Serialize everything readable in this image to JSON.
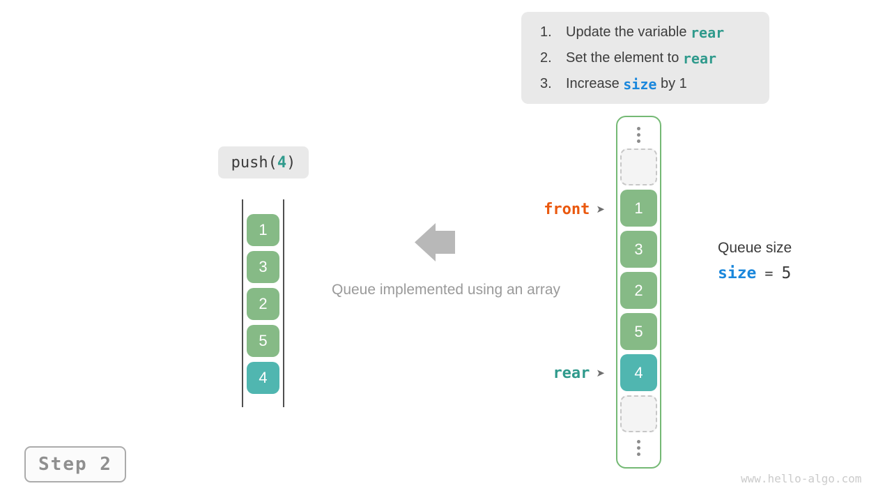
{
  "colors": {
    "code_teal": "#2f9a8c",
    "code_blue": "#1a87dc",
    "front_orange": "#ea580e",
    "cell_green": "#86ba86",
    "cell_teal": "#50b6b0",
    "container_border": "#74b974",
    "panel_gray": "#e9e9e9",
    "arrow_gray": "#b8b8b8"
  },
  "instructions": {
    "items": [
      {
        "number": "1.",
        "prefix": "Update the variable ",
        "code": "rear",
        "suffix": ""
      },
      {
        "number": "2.",
        "prefix": "Set the element to ",
        "code": "rear",
        "suffix": ""
      },
      {
        "number": "3.",
        "prefix": "Increase ",
        "code": "size",
        "suffix": " by 1"
      }
    ]
  },
  "operation": {
    "prefix": "push(",
    "arg": "4",
    "suffix": ")"
  },
  "abstract_queue": {
    "values": [
      "1",
      "3",
      "2",
      "5",
      "4"
    ],
    "highlight_index": 4
  },
  "caption": {
    "text": "Queue implemented using an array"
  },
  "array": {
    "cells": [
      {
        "type": "empty",
        "value": ""
      },
      {
        "type": "filled",
        "value": "1"
      },
      {
        "type": "filled",
        "value": "3"
      },
      {
        "type": "filled",
        "value": "2"
      },
      {
        "type": "filled",
        "value": "5"
      },
      {
        "type": "highlight",
        "value": "4"
      },
      {
        "type": "empty",
        "value": ""
      }
    ]
  },
  "pointers": {
    "front": {
      "label": "front",
      "arrow": "➤"
    },
    "rear": {
      "label": "rear",
      "arrow": "➤"
    }
  },
  "queue_size": {
    "title": "Queue size",
    "variable": "size",
    "equals": "=",
    "value": "5"
  },
  "step": {
    "label": "Step 2"
  },
  "watermark": {
    "text": "www.hello-algo.com"
  }
}
